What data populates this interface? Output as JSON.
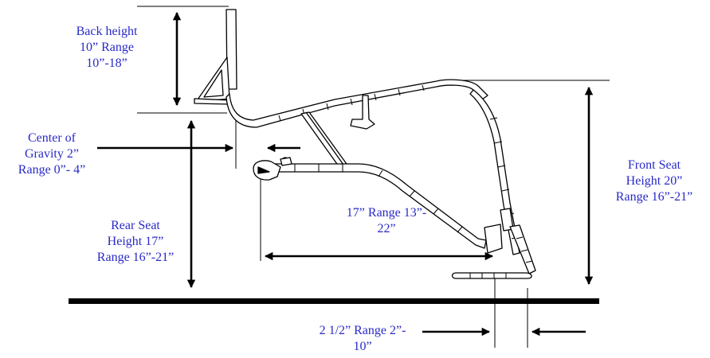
{
  "labels": {
    "back_height": [
      "Back height",
      "10” Range",
      "10”-18”"
    ],
    "center_of_gravity": [
      "Center of",
      "Gravity 2”",
      "Range 0”- 4”"
    ],
    "rear_seat_height": [
      "Rear Seat",
      "Height 17”",
      "Range 16”-21”"
    ],
    "seat_depth": [
      "17” Range 13”-",
      "22”"
    ],
    "front_seat_height": [
      "Front Seat",
      "Height 20”",
      "Range 16”-21”"
    ],
    "front_offset": [
      "2 1/2” Range 2”-",
      "10”"
    ]
  },
  "colors": {
    "label_text": "#2929c9",
    "lines": "#000000",
    "frame_fill": "#ffffff"
  }
}
